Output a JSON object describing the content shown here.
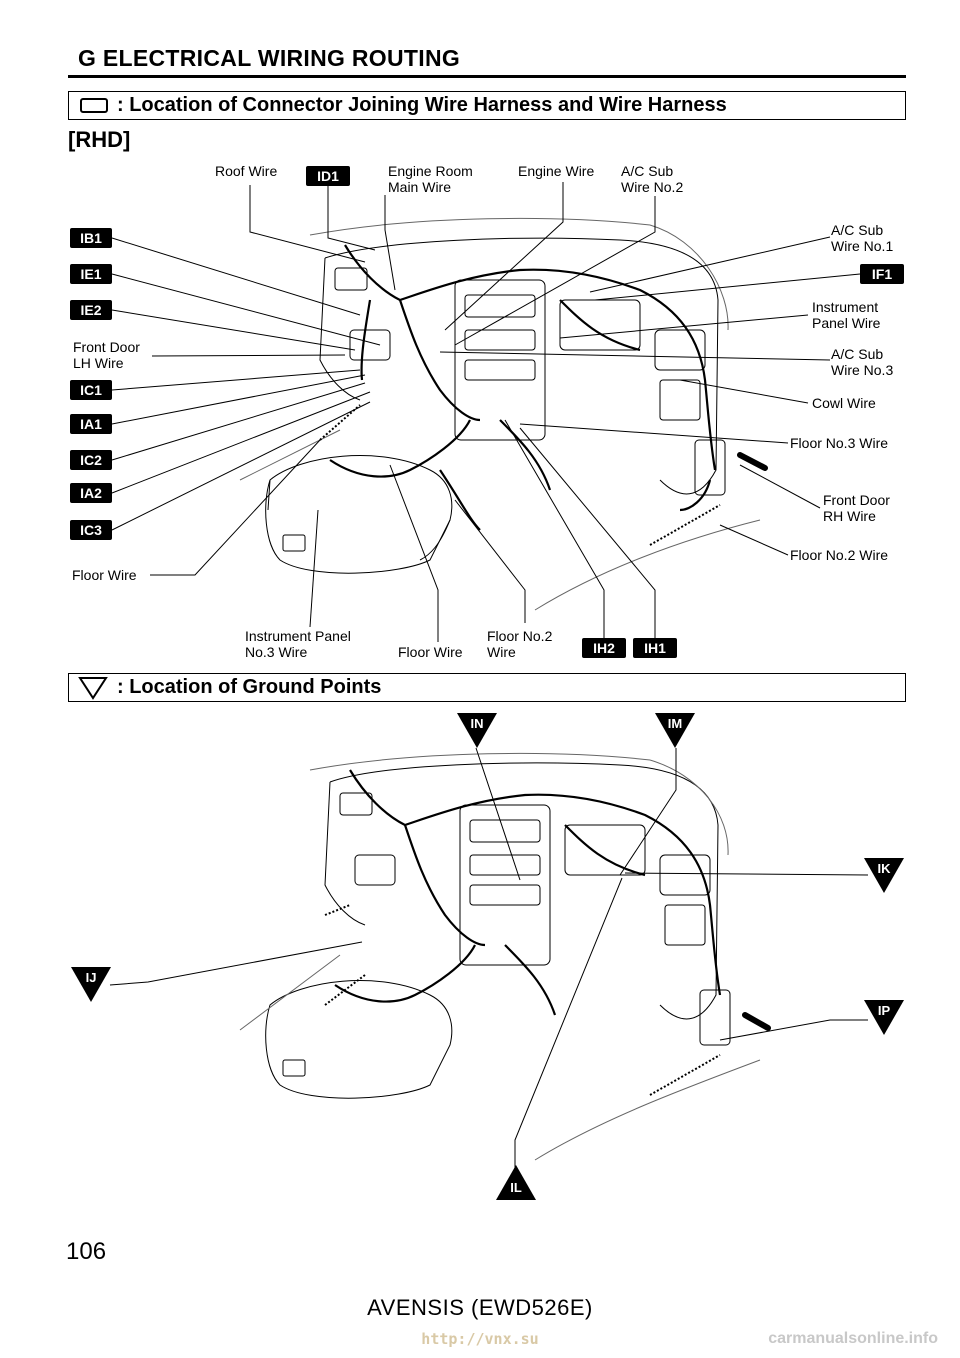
{
  "header": {
    "title": "G  ELECTRICAL WIRING ROUTING"
  },
  "connector_section": {
    "title": ": Location of Connector Joining Wire Harness and Wire Harness",
    "variant": "[RHD]",
    "labels": {
      "roof_wire": "Roof Wire",
      "engine_room_main_wire": [
        "Engine Room",
        "Main Wire"
      ],
      "engine_wire": "Engine Wire",
      "ac_sub_wire_no2": [
        "A/C Sub",
        "Wire No.2"
      ],
      "ac_sub_wire_no1": [
        "A/C Sub",
        "Wire No.1"
      ],
      "instrument_panel_wire": [
        "Instrument",
        "Panel Wire"
      ],
      "ac_sub_wire_no3": [
        "A/C Sub",
        "Wire No.3"
      ],
      "cowl_wire": "Cowl Wire",
      "floor_no3_wire": "Floor No.3 Wire",
      "front_door_rh_wire": [
        "Front Door",
        "RH Wire"
      ],
      "floor_no2_wire_right": "Floor No.2 Wire",
      "front_door_lh_wire": [
        "Front Door",
        "LH Wire"
      ],
      "floor_wire_left": "Floor Wire",
      "instrument_panel_no3_wire": [
        "Instrument Panel",
        "No.3 Wire"
      ],
      "floor_wire_bottom": "Floor Wire",
      "floor_no2_wire_bottom": [
        "Floor No.2",
        "Wire"
      ]
    },
    "codes": {
      "ID1": "ID1",
      "IB1": "IB1",
      "IE1": "IE1",
      "IE2": "IE2",
      "IF1": "IF1",
      "IC1": "IC1",
      "IA1": "IA1",
      "IC2": "IC2",
      "IA2": "IA2",
      "IC3": "IC3",
      "IH2": "IH2",
      "IH1": "IH1"
    }
  },
  "ground_section": {
    "title": ": Location of Ground Points",
    "points": {
      "IN": "IN",
      "IM": "IM",
      "IK": "IK",
      "IJ": "IJ",
      "IP": "IP",
      "IL": "IL"
    }
  },
  "page_number": "106",
  "footer": "AVENSIS (EWD526E)",
  "url": "http://vnx.su",
  "watermark": "carmanualsonline.info",
  "colors": {
    "ink": "#000000",
    "paper": "#ffffff",
    "url": "#d9c9a6",
    "watermark": "#c8c8c8"
  }
}
